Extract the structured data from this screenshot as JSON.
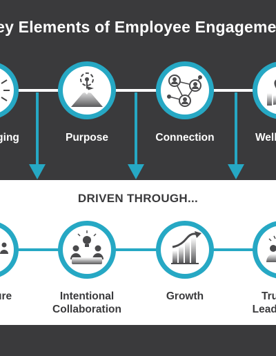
{
  "title": "Key Elements of Employee Engagement",
  "elements": [
    {
      "label": "Belonging",
      "icon": "sunburst-icon"
    },
    {
      "label": "Purpose",
      "icon": "mountain-target-icon"
    },
    {
      "label": "Connection",
      "icon": "people-network-icon"
    },
    {
      "label": "Well-being",
      "icon": "hand-plant-icon"
    }
  ],
  "driven_through": "DRIVEN THROUGH...",
  "drivers": [
    {
      "label": "Culture",
      "icon": "group-icon"
    },
    {
      "label": "Intentional\nCollaboration",
      "icon": "meeting-idea-icon"
    },
    {
      "label": "Growth",
      "icon": "growth-chart-icon"
    },
    {
      "label": "Trusted\nLeadership",
      "icon": "leader-presentation-icon"
    }
  ],
  "colors": {
    "dark": "#3a3a3c",
    "accent": "#26a8c4",
    "white": "#ffffff"
  }
}
